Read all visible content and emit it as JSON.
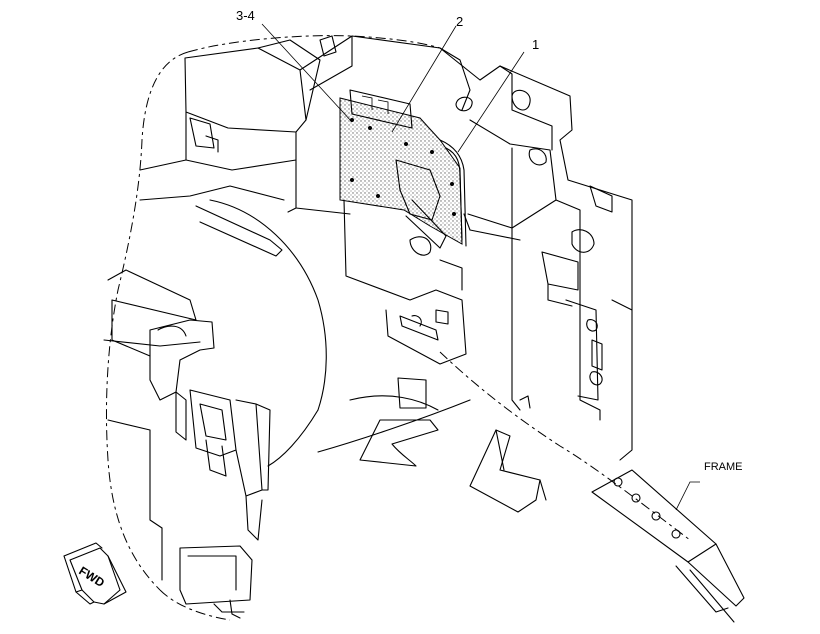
{
  "callouts": {
    "item_3_4": "3-4",
    "item_2": "2",
    "item_1": "1",
    "frame": "FRAME"
  },
  "direction_arrow": {
    "label": "FWD",
    "icon": "forward-arrow-icon"
  },
  "colors": {
    "line": "#000000",
    "background": "#ffffff",
    "shading": "#9a9a9a"
  }
}
